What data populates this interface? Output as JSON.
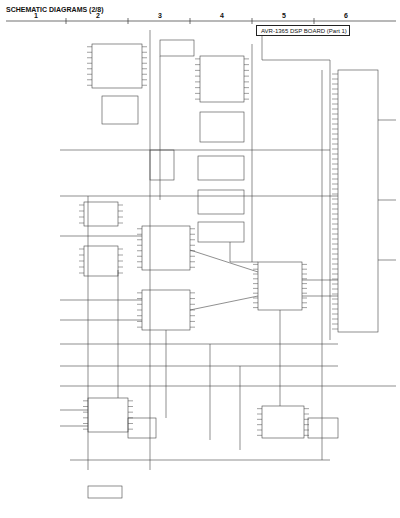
{
  "diagram": {
    "title": "SCHEMATIC DIAGRAMS (2/8)",
    "nodes": [
      {
        "text": [
          "AVR-1365 DSP BOARD (Part 1)"
        ]
      }
    ],
    "labels": [
      "1",
      "2",
      "3",
      "4",
      "5",
      "6"
    ]
  }
}
